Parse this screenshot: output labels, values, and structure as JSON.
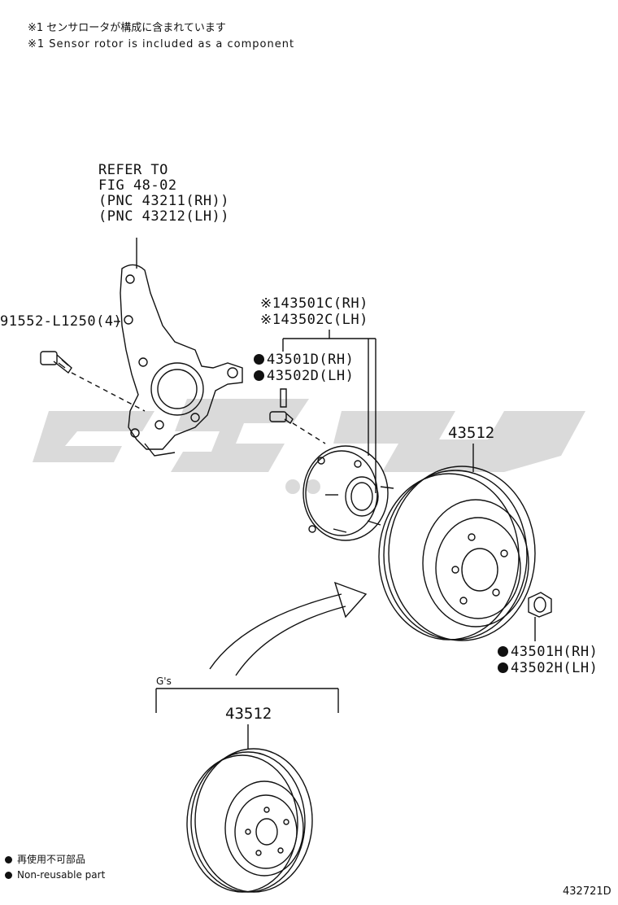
{
  "notes": {
    "line1": "※1 センサロータが構成に含まれています",
    "line2": "※1 Sensor rotor is included as a component"
  },
  "refer": {
    "line1": "REFER TO",
    "line2": "FIG 48-02",
    "line3": "(PNC 43211(RH))",
    "line4": "(PNC 43212(LH))"
  },
  "parts": {
    "bolt": "91552-L1250(4)",
    "hub_rh": "※143501C(RH)",
    "hub_lh": "※143502C(LH)",
    "stud_rh": "43501D(RH)",
    "stud_lh": "43502D(LH)",
    "disc_main": "43512",
    "nut_rh": "43501H(RH)",
    "nut_lh": "43502H(LH)",
    "disc_alt": "43512",
    "variant": "G's"
  },
  "legend": {
    "jp": "再使用不可部品",
    "en": "Non-reusable part"
  },
  "figure_id": "432721D",
  "colors": {
    "line": "#111111",
    "watermark": "#d4d4d4"
  }
}
